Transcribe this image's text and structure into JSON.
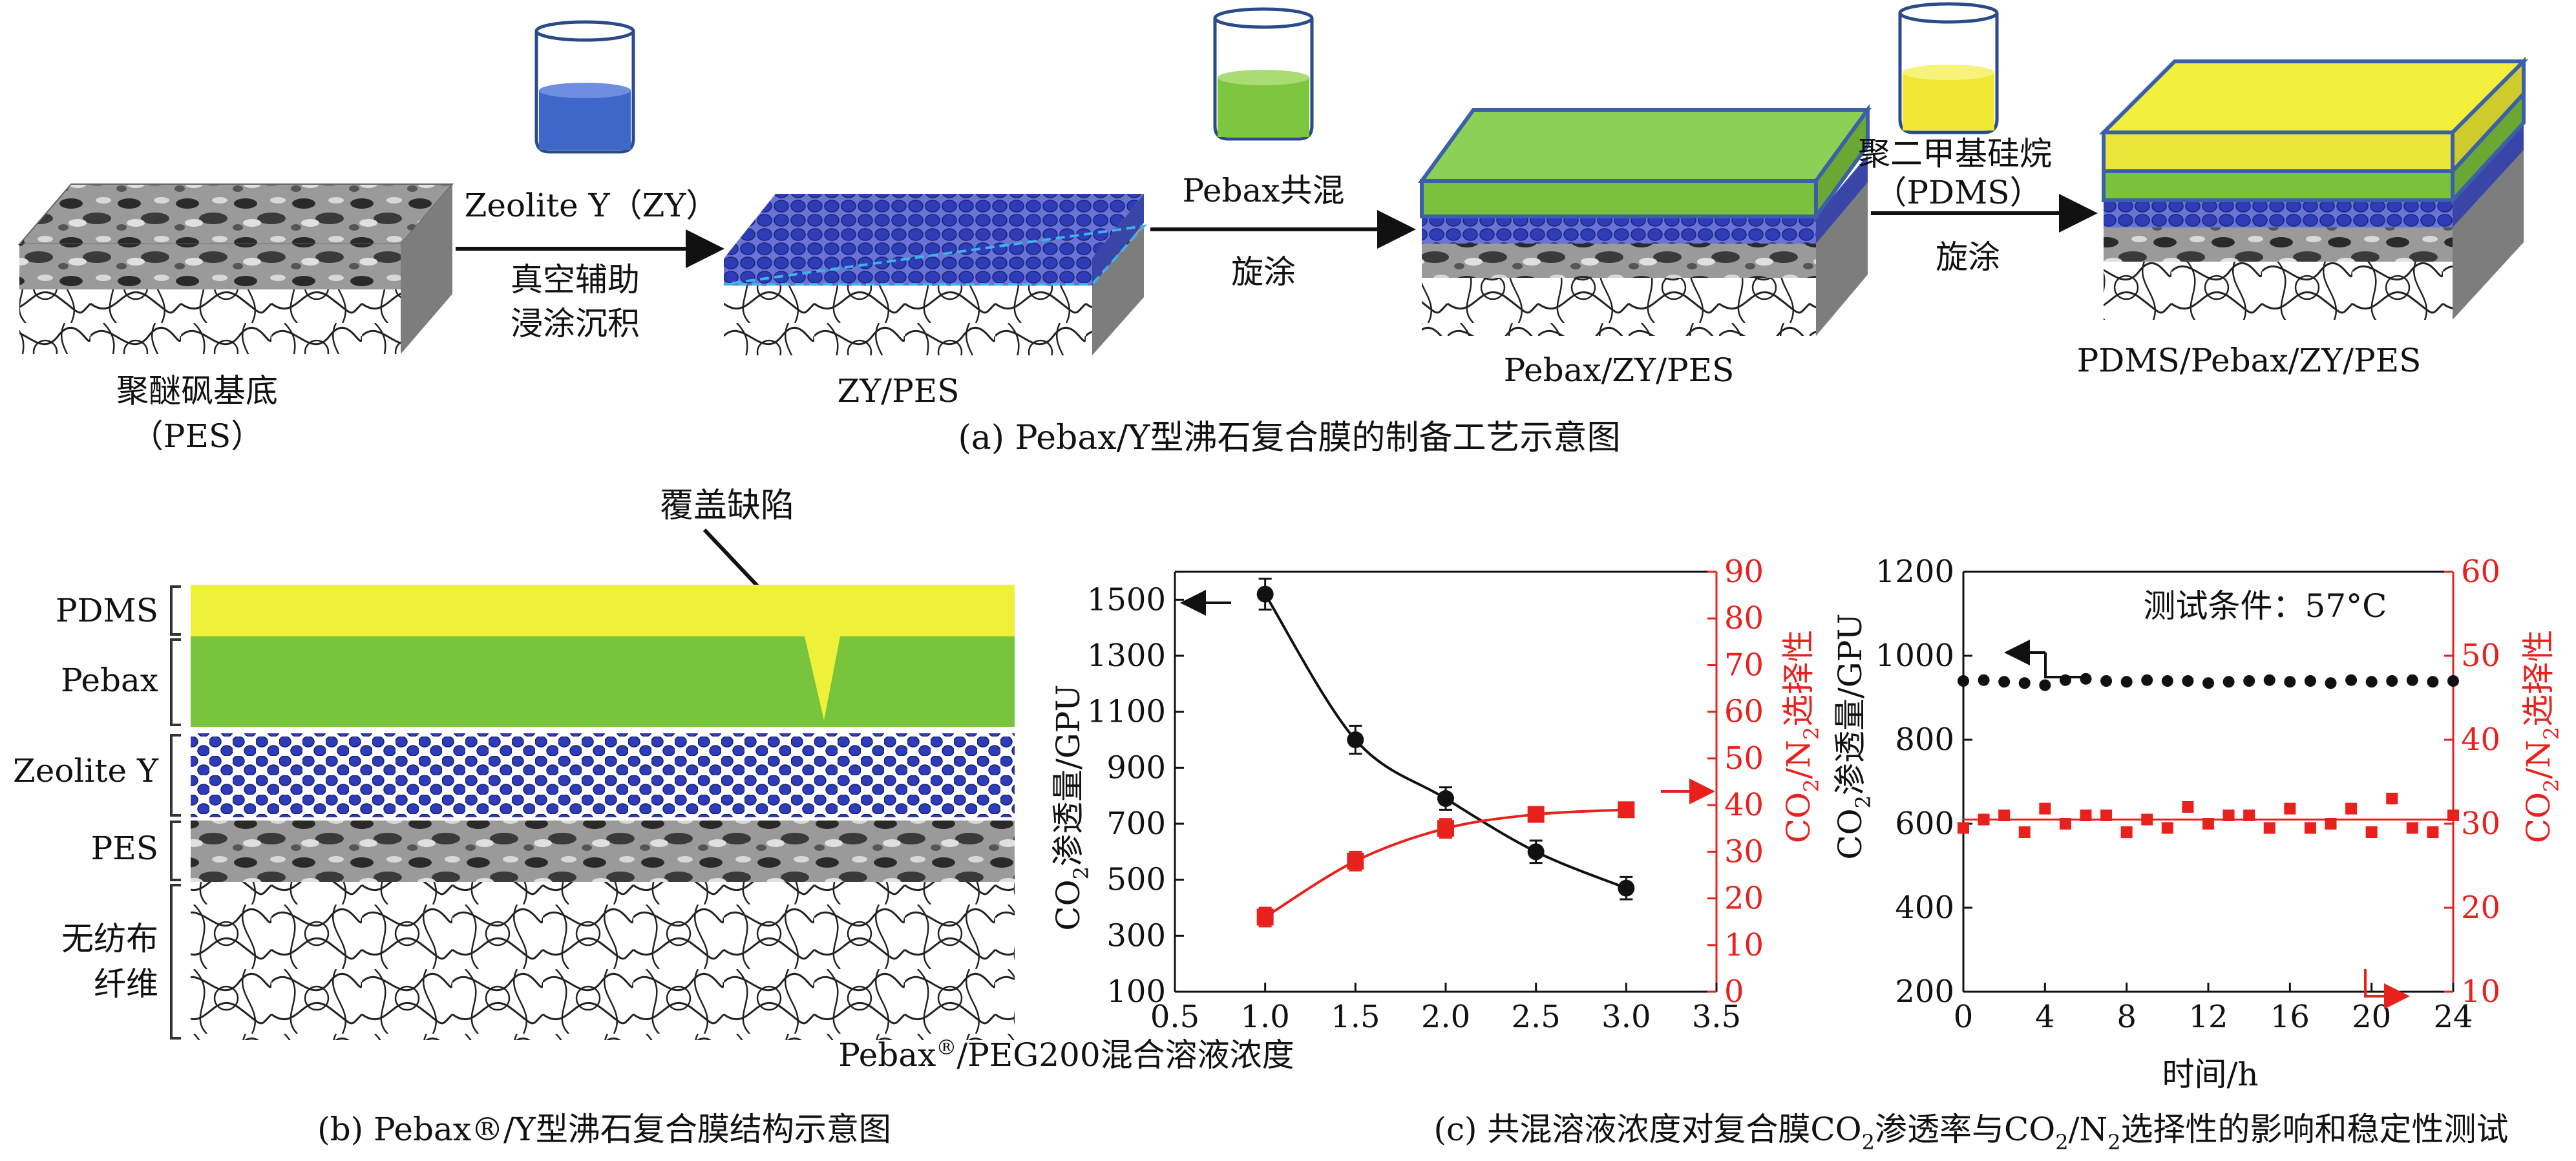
{
  "panel_a": {
    "caption": "(a) Pebax/Y型沸石复合膜的制备工艺示意图",
    "stage_labels": [
      "聚醚砜基底",
      "（PES）",
      "ZY/PES",
      "Pebax/ZY/PES",
      "PDMS/Pebax/ZY/PES"
    ],
    "step1_top": "Zeolite Y（ZY）",
    "step1_bottom": [
      "真空辅助",
      "浸涂沉积"
    ],
    "step2_top": "Pebax共混",
    "step2_bottom": "旋涂",
    "step3_top": [
      "聚二甲基硅烷",
      "（PDMS）"
    ],
    "step3_bottom": "旋涂",
    "colors": {
      "zeolite": "#2e3cb8",
      "pebax": "#78c43c",
      "pdms": "#eef03a"
    }
  },
  "panel_b": {
    "caption": "(b) Pebax®/Y型沸石复合膜结构示意图",
    "layers": [
      "PDMS",
      "Pebax",
      "Zeolite Y",
      "PES",
      "无纺布",
      "纤维"
    ],
    "defect_label": "覆盖缺陷"
  },
  "panel_c": {
    "caption_parts": [
      "(c) 共混溶液浓度对复合膜CO",
      "2",
      "渗透率与CO",
      "2",
      "/N",
      "2",
      "选择性的影响和稳定性测试"
    ]
  },
  "chart_data": [
    {
      "type": "line",
      "xlabel_parts": [
        "Pebax",
        "®",
        "/PEG200混合溶液浓度"
      ],
      "ylabel_parts": [
        "CO",
        "2",
        "渗透量/GPU"
      ],
      "y2label_parts": [
        "CO",
        "2",
        "/N",
        "2",
        "选择性"
      ],
      "xlim": [
        0.5,
        3.5
      ],
      "ylim": [
        100,
        1600
      ],
      "y2lim": [
        0,
        90
      ],
      "xticks": [
        "0.5",
        "1.0",
        "1.5",
        "2.0",
        "2.5",
        "3.0",
        "3.5"
      ],
      "yticks": [
        "100",
        "300",
        "500",
        "700",
        "900",
        "1100",
        "1300",
        "1500"
      ],
      "y2ticks": [
        "0",
        "10",
        "20",
        "30",
        "40",
        "50",
        "60",
        "70",
        "80",
        "90"
      ],
      "series": [
        {
          "axis": "left",
          "color": "#111111",
          "marker": "circle",
          "x": [
            1.0,
            1.5,
            2.0,
            2.5,
            3.0
          ],
          "values": [
            1520,
            1000,
            790,
            600,
            470
          ],
          "errors": [
            55,
            50,
            40,
            40,
            40
          ]
        },
        {
          "axis": "right",
          "color": "#e8211d",
          "marker": "square",
          "x": [
            1.0,
            1.5,
            2.0,
            2.5,
            3.0
          ],
          "values": [
            16,
            28,
            35,
            38,
            39
          ],
          "errors": [
            2,
            2,
            2,
            1.5,
            1.5
          ]
        }
      ]
    },
    {
      "type": "scatter",
      "title": "测试条件：57°C",
      "xlabel": "时间/h",
      "ylabel_parts": [
        "CO",
        "2",
        "渗透量/GPU"
      ],
      "y2label_parts": [
        "CO",
        "2",
        "/N",
        "2",
        "选择性"
      ],
      "xlim": [
        0,
        24
      ],
      "ylim": [
        200,
        1200
      ],
      "y2lim": [
        10,
        60
      ],
      "xticks": [
        "0",
        "4",
        "8",
        "12",
        "16",
        "20",
        "24"
      ],
      "yticks": [
        "200",
        "400",
        "600",
        "800",
        "1000",
        "1200"
      ],
      "y2ticks": [
        "10",
        "20",
        "30",
        "40",
        "50",
        "60"
      ],
      "series": [
        {
          "axis": "left",
          "color": "#111111",
          "marker": "circle",
          "x": [
            0,
            1,
            2,
            3,
            4,
            5,
            6,
            7,
            8,
            9,
            10,
            11,
            12,
            13,
            14,
            15,
            16,
            17,
            18,
            19,
            20,
            21,
            22,
            23,
            24
          ],
          "values": [
            940,
            942,
            938,
            935,
            930,
            942,
            945,
            940,
            938,
            942,
            940,
            940,
            935,
            938,
            940,
            942,
            938,
            940,
            935,
            942,
            938,
            940,
            942,
            938,
            940
          ]
        },
        {
          "axis": "right",
          "color": "#e8211d",
          "marker": "square",
          "x": [
            0,
            1,
            2,
            3,
            4,
            5,
            6,
            7,
            8,
            9,
            10,
            11,
            12,
            13,
            14,
            15,
            16,
            17,
            18,
            19,
            20,
            21,
            22,
            23,
            24
          ],
          "values": [
            29.5,
            30.5,
            31,
            29,
            31.8,
            30,
            31,
            31,
            29,
            30.5,
            29.5,
            32,
            30,
            31,
            31,
            29.5,
            31.8,
            29.5,
            30,
            31.8,
            29,
            33,
            29.5,
            29,
            31
          ],
          "fit": 30.5
        }
      ]
    }
  ]
}
